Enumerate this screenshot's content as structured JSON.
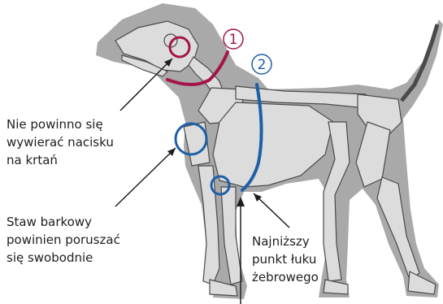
{
  "markers": [
    {
      "number": "1",
      "color": "#a3154a"
    },
    {
      "number": "2",
      "color": "#1e5fa8"
    }
  ],
  "labels": {
    "larynx": [
      "Nie powinno się",
      "wywierać nacisku",
      "na krtań"
    ],
    "shoulder": [
      "Staw barkowy",
      "powinien poruszać",
      "się swobodnie"
    ],
    "ribcage": [
      "Najniższy",
      "punkt łuku",
      "żebrowego"
    ]
  },
  "colors": {
    "silhouette": "#a9a9a9",
    "bone": "#dcdcdc",
    "bone_outline": "#4a4a4a",
    "first_marker": "#a3154a",
    "second_marker": "#1e5fa8",
    "pointer": "#1e1e1e"
  }
}
